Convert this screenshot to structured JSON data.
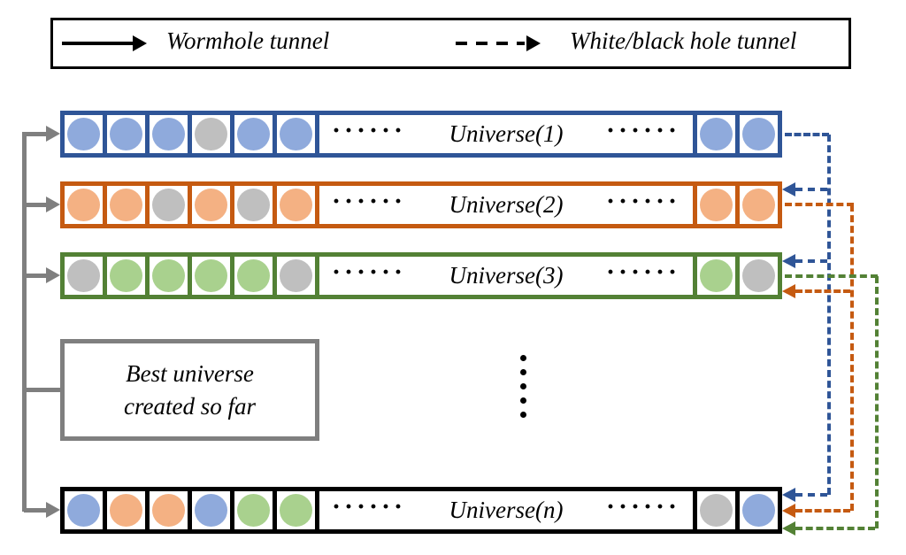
{
  "palette": {
    "blue": "#2F5597",
    "orange": "#C55A11",
    "green": "#538135",
    "black": "#000000",
    "gray": "#7F7F7F",
    "circle-blue": "#8FAADC",
    "circle-orange": "#F4B183",
    "circle-green": "#A9D18E",
    "circle-gray": "#BFBFBF"
  },
  "legend": {
    "solid_label": "Wormhole tunnel",
    "dashed_label": "White/black hole tunnel"
  },
  "universes": [
    {
      "label": "Universe(1)",
      "border": "blue",
      "left_cells": [
        "blue",
        "blue",
        "blue",
        "gray",
        "blue",
        "blue"
      ],
      "right_cells": [
        "blue",
        "blue"
      ]
    },
    {
      "label": "Universe(2)",
      "border": "orange",
      "left_cells": [
        "orange",
        "orange",
        "gray",
        "orange",
        "gray",
        "orange"
      ],
      "right_cells": [
        "orange",
        "orange"
      ]
    },
    {
      "label": "Universe(3)",
      "border": "green",
      "left_cells": [
        "gray",
        "green",
        "green",
        "green",
        "green",
        "gray"
      ],
      "right_cells": [
        "green",
        "gray"
      ]
    },
    {
      "label": "Universe(n)",
      "border": "black",
      "left_cells": [
        "blue",
        "orange",
        "orange",
        "blue",
        "green",
        "green"
      ],
      "right_cells": [
        "gray",
        "blue"
      ]
    }
  ],
  "ellipsis": "······",
  "vertical_ellipsis_dot_count": 5,
  "best_box": {
    "line1": "Best universe",
    "line2": "created so far"
  }
}
